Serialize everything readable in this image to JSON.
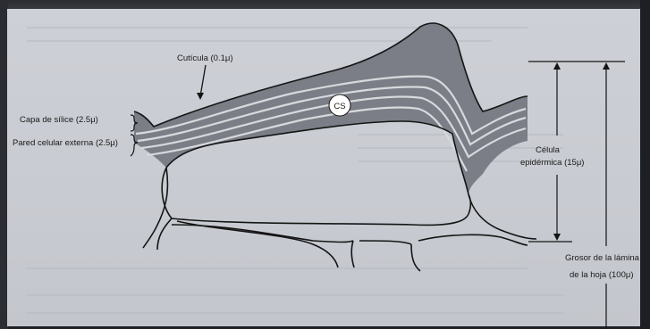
{
  "labels": {
    "cuticula": "Cutícula (0.1μ)",
    "capa_silice": "Capa de sílice (2.5μ)",
    "pared_celular": "Pared celular externa (2.5μ)",
    "cs": "CS",
    "celula_line1": "Célula",
    "celula_line2": "epidérmica (15μ)",
    "grosor_line1": "Grosor de la lámina",
    "grosor_line2": "de la hoja (100μ)"
  },
  "colors": {
    "paper": "#c9ccd2",
    "shading": "#7e8087",
    "bands": "#d6d8dc",
    "ink": "#1a1a1a"
  }
}
